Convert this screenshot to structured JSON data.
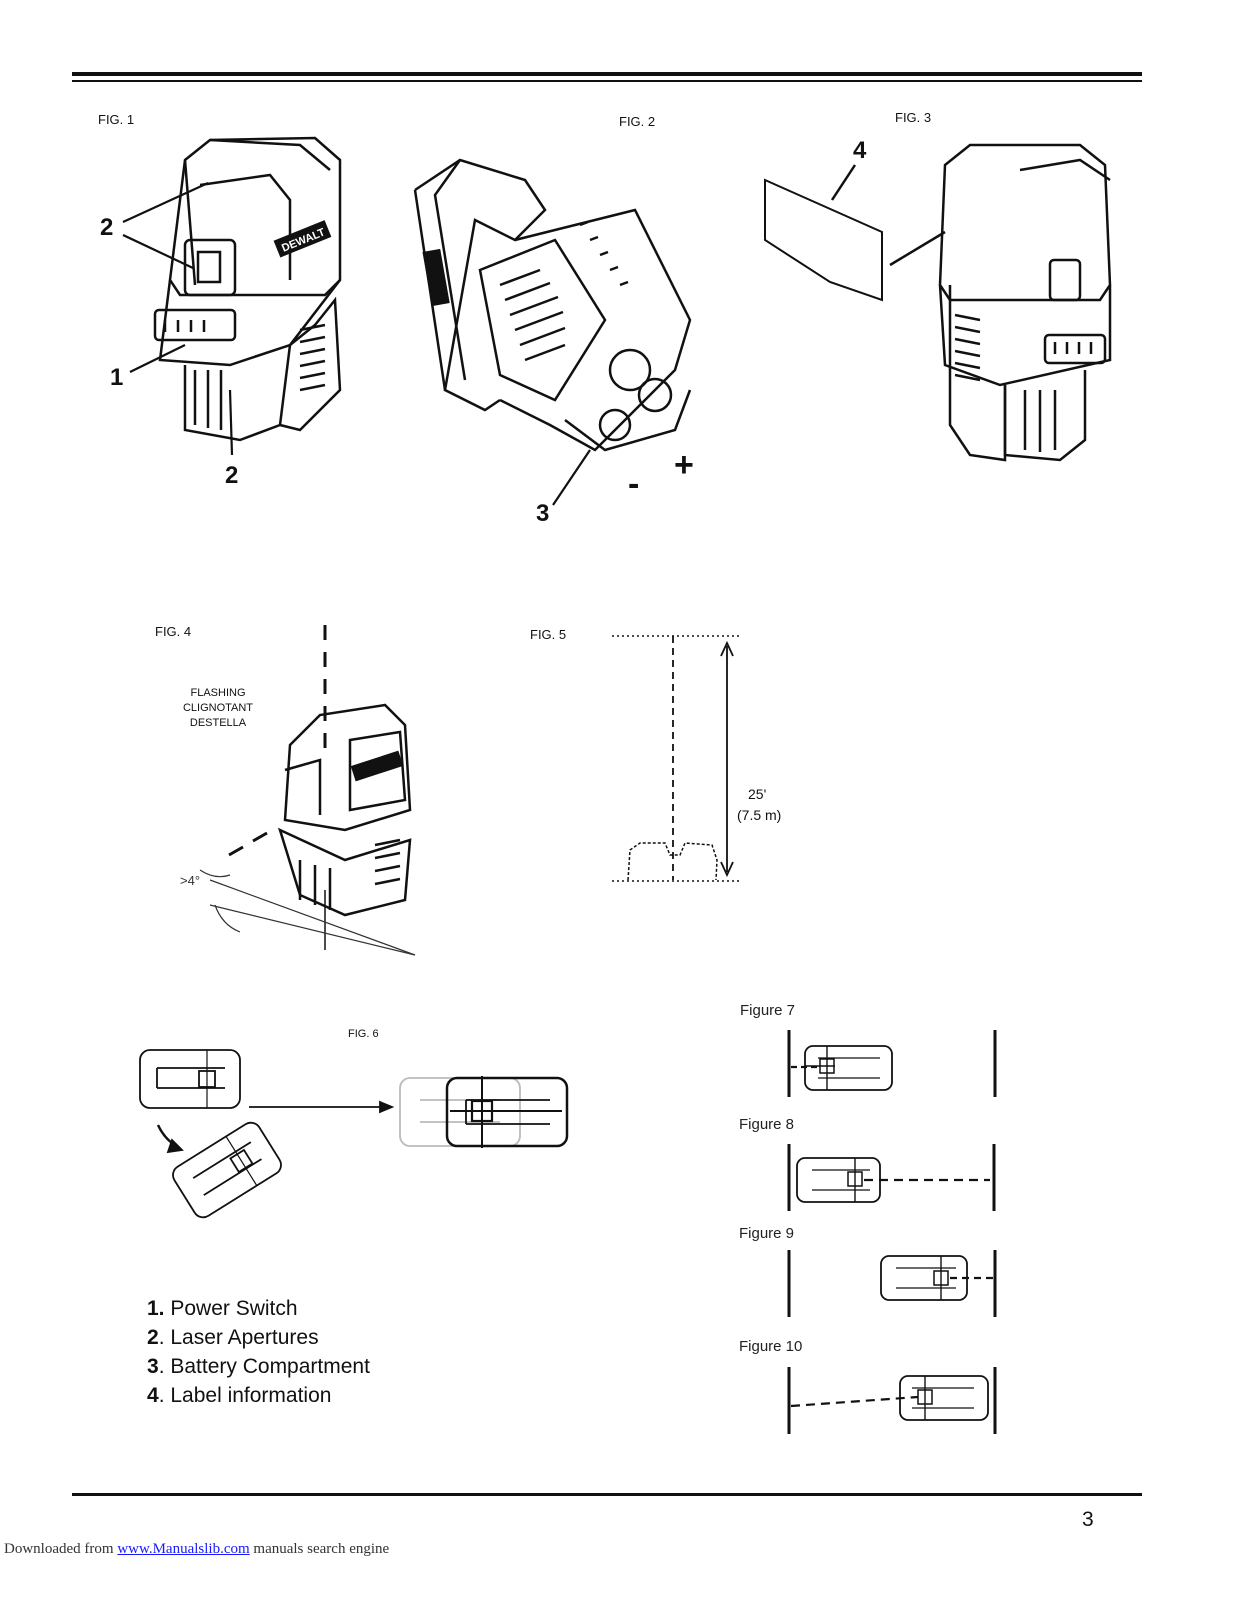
{
  "figures": {
    "fig1": "FIG. 1",
    "fig2": "FIG. 2",
    "fig3": "FIG. 3",
    "fig4": "FIG. 4",
    "fig5": "FIG. 5",
    "fig6": "FIG. 6",
    "figure7": "Figure 7",
    "figure8": "Figure 8",
    "figure9": "Figure 9",
    "figure10": "Figure 10"
  },
  "callouts": {
    "c1": "1",
    "c2a": "2",
    "c2b": "2",
    "c3": "3",
    "c4": "4",
    "minus": "-",
    "plus": "+"
  },
  "brand": "DEWALT",
  "fig4_text": {
    "line1": "FLASHING",
    "line2": "CLIGNOTANT",
    "line3": "DESTELLA",
    "angle": ">4°"
  },
  "fig5_text": {
    "distance_ft": "25'",
    "distance_m": "(7.5 m)"
  },
  "legend": [
    {
      "num": "1.",
      "text": " Power Switch"
    },
    {
      "num": "2",
      "text": ". Laser Apertures"
    },
    {
      "num": "3",
      "text": ". Battery Compartment"
    },
    {
      "num": "4",
      "text": ". Label information"
    }
  ],
  "page_number": "3",
  "footer": {
    "prefix": "Downloaded from ",
    "link": "www.Manualslib.com",
    "suffix": "  manuals search engine"
  }
}
